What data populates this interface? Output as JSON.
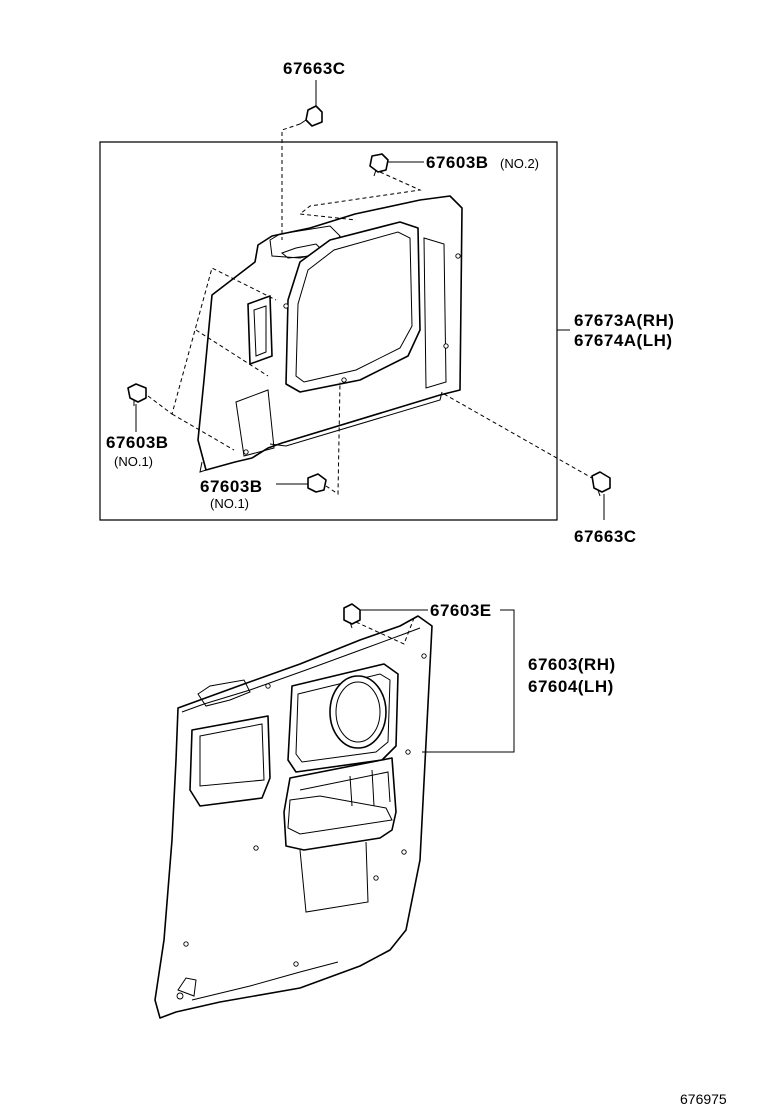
{
  "labels": {
    "clip_67663c_top": "67663C",
    "clip_67603b_no2": "67603B",
    "clip_67603b_no2_sub": "(NO.2)",
    "panel_rh": "67673A(RH)",
    "panel_lh": "67674A(LH)",
    "clip_67603b_left": "67603B",
    "clip_67603b_left_sub": "(NO.1)",
    "clip_67603b_center": "67603B",
    "clip_67603b_center_sub": "(NO.1)",
    "clip_67663c_right": "67663C",
    "clip_67603e": "67603E",
    "trim_rh": "67603(RH)",
    "trim_lh": "67604(LH)",
    "figure_ref": "676975"
  }
}
